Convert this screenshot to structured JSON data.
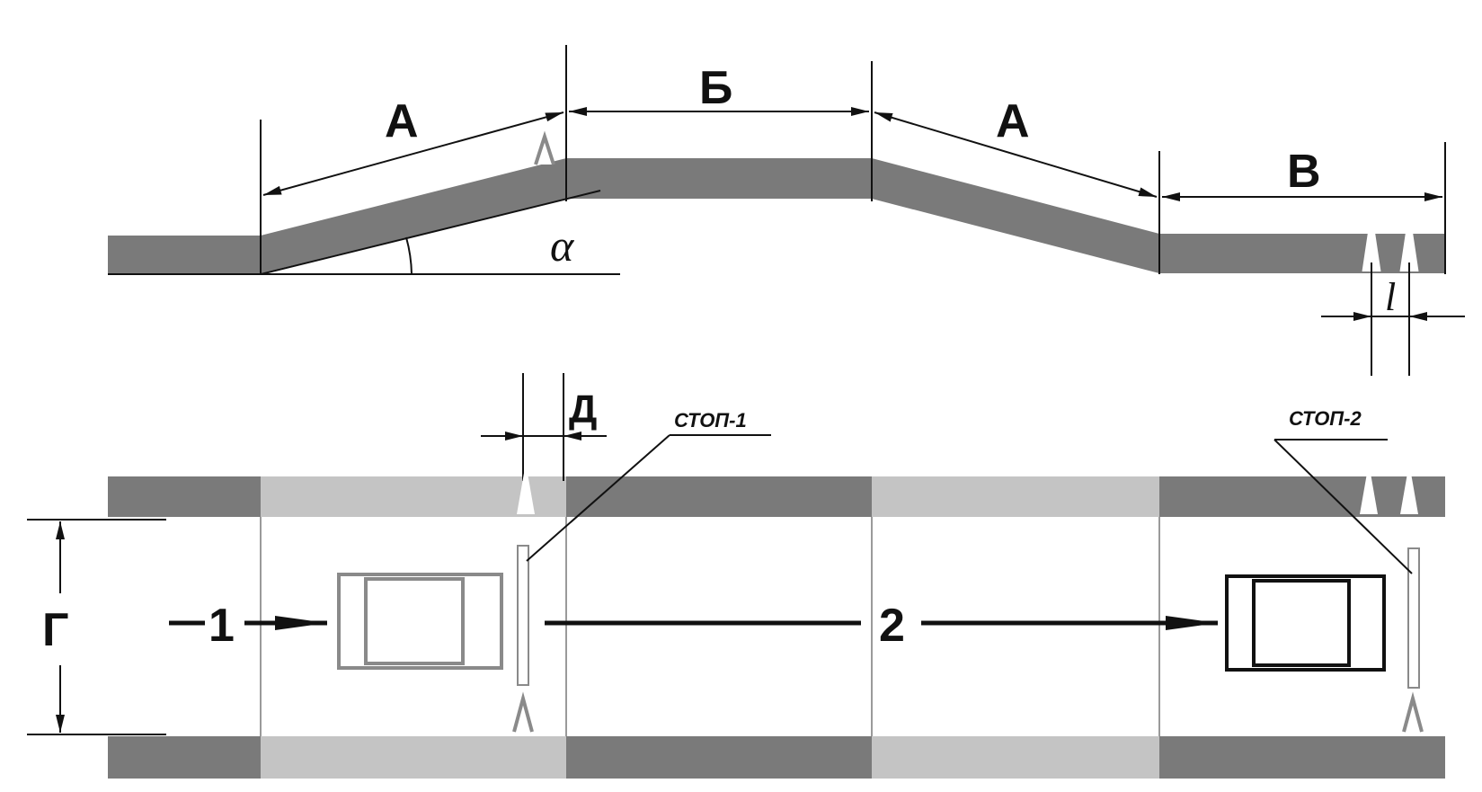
{
  "labels": {
    "segment_a": "А",
    "segment_b": "Б",
    "segment_v": "В",
    "width_g": "Г",
    "gap_d": "Д",
    "angle": "α",
    "distance_l": "l",
    "stop_1": "СТОП-1",
    "stop_2": "СТОП-2",
    "position_1": "1",
    "position_2": "2"
  },
  "colors": {
    "road_dark": "#7a7a7a",
    "road_light": "#c4c4c4",
    "line": "#111111",
    "outline_gray": "#8a8a8a"
  }
}
